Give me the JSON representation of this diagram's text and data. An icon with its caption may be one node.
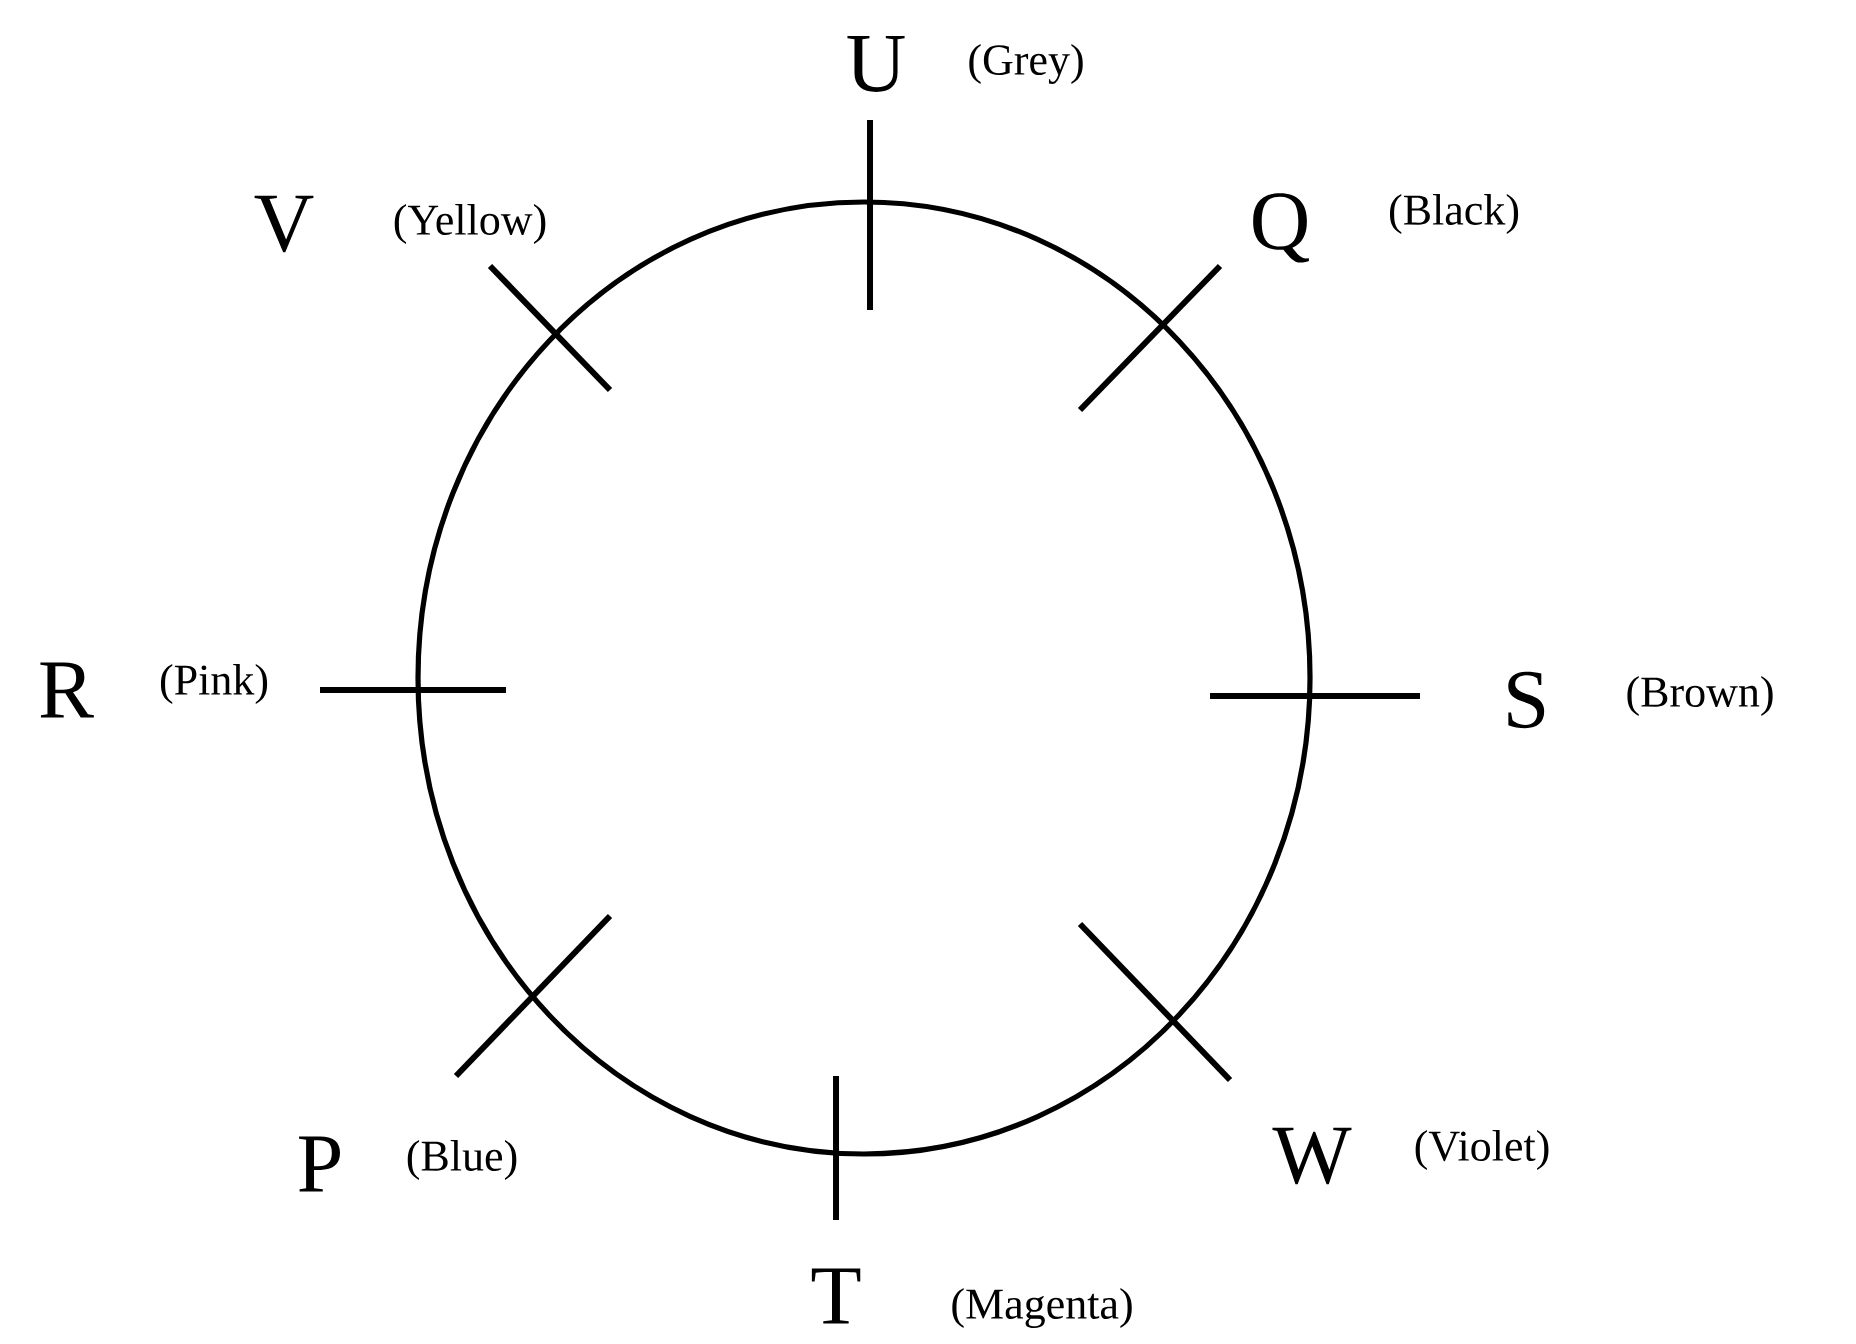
{
  "diagram": {
    "labels": [
      "U",
      "(Grey)",
      "V",
      "(Yellow)",
      "Q",
      "(Black)",
      "R",
      "(Pink)",
      "S",
      "(Brown)",
      "P",
      "(Blue)",
      "W",
      "(Violet)",
      "T",
      "(Magenta)"
    ]
  }
}
